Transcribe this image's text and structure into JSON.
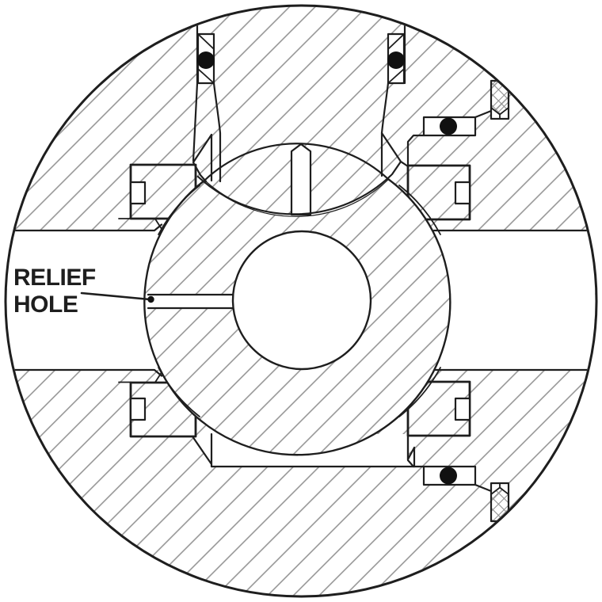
{
  "diagram": {
    "type": "valve-cross-section",
    "callout": {
      "line1": "RELIEF",
      "line2": "HOLE"
    },
    "colors": {
      "outline": "#1e1e1e",
      "hatch": "#8f8f8f",
      "seal_black": "#111111",
      "background": "#ffffff"
    },
    "features": [
      "valve-body",
      "ball",
      "ball-bore",
      "relief-hole",
      "flow-passages",
      "seat-rings",
      "o-rings",
      "backup-rings",
      "stem-pin"
    ]
  }
}
